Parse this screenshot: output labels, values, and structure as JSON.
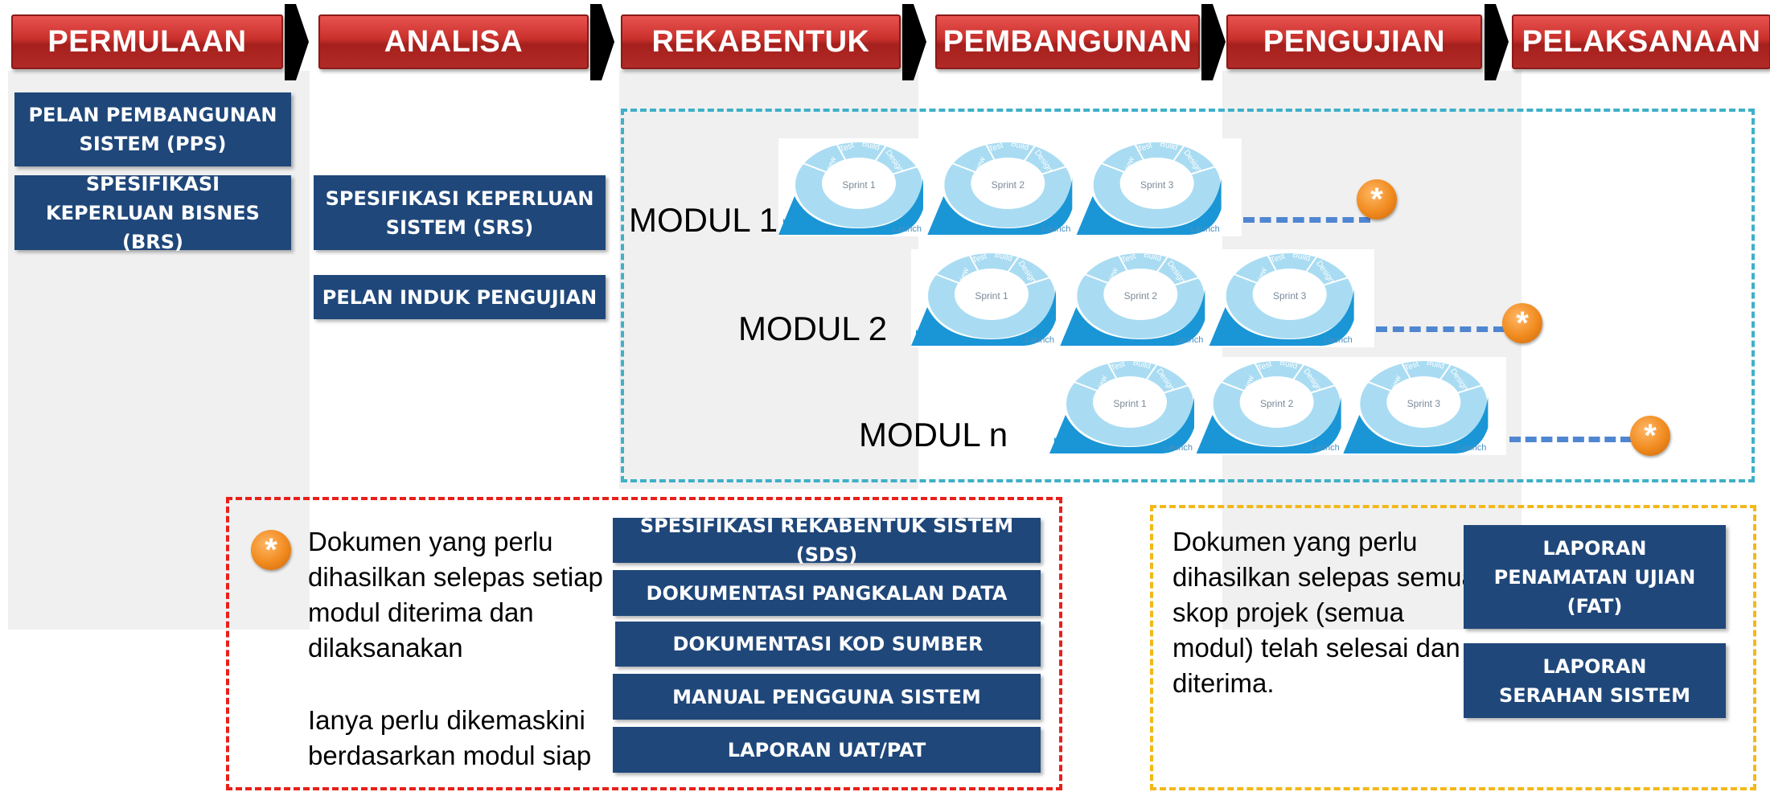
{
  "phases": [
    "PERMULAAN",
    "ANALISA",
    "REKABENTUK",
    "PEMBANGUNAN",
    "PENGUJIAN",
    "PELAKSANAAN"
  ],
  "permulaan_docs": [
    "PELAN PEMBANGUNAN SISTEM (PPS)",
    "SPESIFIKASI KEPERLUAN BISNES (BRS)"
  ],
  "analisa_docs": [
    "SPESIFIKASI KEPERLUAN SISTEM (SRS)",
    "PELAN INDUK PENGUJIAN"
  ],
  "modules": [
    "MODUL 1",
    "MODUL 2",
    "MODUL n"
  ],
  "sprint": {
    "labels": [
      "Sprint 1",
      "Sprint 2",
      "Sprint 3"
    ],
    "segments": [
      "Review",
      "Test",
      "Build",
      "Design"
    ],
    "launch": "Launch"
  },
  "star_symbol": "*",
  "module_note": {
    "line1": "Dokumen yang perlu",
    "line2": "dihasilkan selepas setiap",
    "line3": "modul diterima dan",
    "line4": "dilaksanakan",
    "line5": "Ianya perlu dikemaskini",
    "line6": "berdasarkan modul siap"
  },
  "module_docs": [
    "SPESIFIKASI REKABENTUK SISTEM (SDS)",
    "DOKUMENTASI PANGKALAN DATA",
    "DOKUMENTASI KOD SUMBER",
    "MANUAL PENGGUNA SISTEM",
    "LAPORAN UAT/PAT"
  ],
  "final_note": {
    "line1": "Dokumen yang perlu",
    "line2": "dihasilkan selepas semua",
    "line3": "skop projek (semua",
    "line4": "modul) telah selesai dan",
    "line5": "diterima."
  },
  "final_docs": [
    "LAPORAN PENAMATAN UJIAN (FAT)",
    "LAPORAN SERAHAN SISTEM"
  ],
  "colors": {
    "phase_red": "#c9302c",
    "doc_blue": "#1f477a",
    "module_border": "#3fb0c9",
    "note_border_red": "#e8201a",
    "note_border_yellow": "#f2b81b",
    "star_orange": "#f08a1e",
    "connector_blue": "#4f86d1",
    "sprint_blue": "#1a96d6"
  }
}
